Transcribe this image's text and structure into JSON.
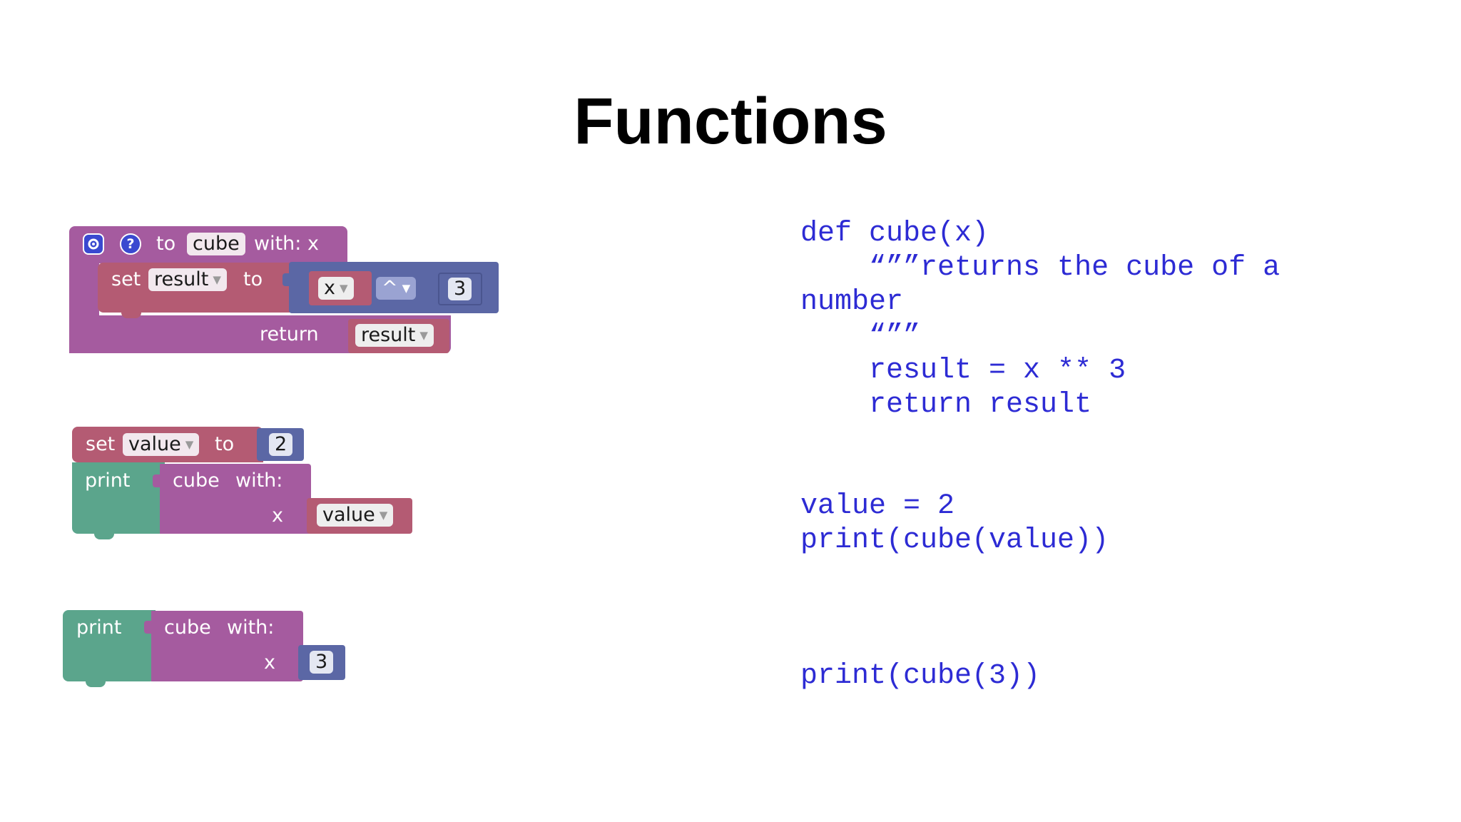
{
  "title": "Functions",
  "blocks": {
    "def": {
      "to": "to",
      "name": "cube",
      "with": "with: x",
      "set": "set",
      "var": "result",
      "to2": "to",
      "x_var": "x",
      "op": "^",
      "power": "3",
      "return": "return",
      "return_var": "result"
    },
    "call1": {
      "set": "set",
      "var": "value",
      "to": "to",
      "num": "2",
      "print": "print",
      "cube": "cube",
      "with": "with:",
      "x": "x",
      "arg": "value"
    },
    "call2": {
      "print": "print",
      "cube": "cube",
      "with": "with:",
      "x": "x",
      "arg": "3"
    }
  },
  "code": {
    "def_line1": "def cube(x)",
    "def_line2": "    “””returns the cube of a",
    "def_line3": "number",
    "def_line4": "    “””",
    "def_line5": "    result = x ** 3",
    "def_line6": "    return result",
    "call1_line1": "value = 2",
    "call1_line2": "print(cube(value))",
    "call2_line1": "print(cube(3))"
  },
  "colors": {
    "procedure": "#a55b9f",
    "variable": "#b45b73",
    "math": "#5b67a5",
    "text": "#5ba58c",
    "code": "#2d2bd4"
  }
}
